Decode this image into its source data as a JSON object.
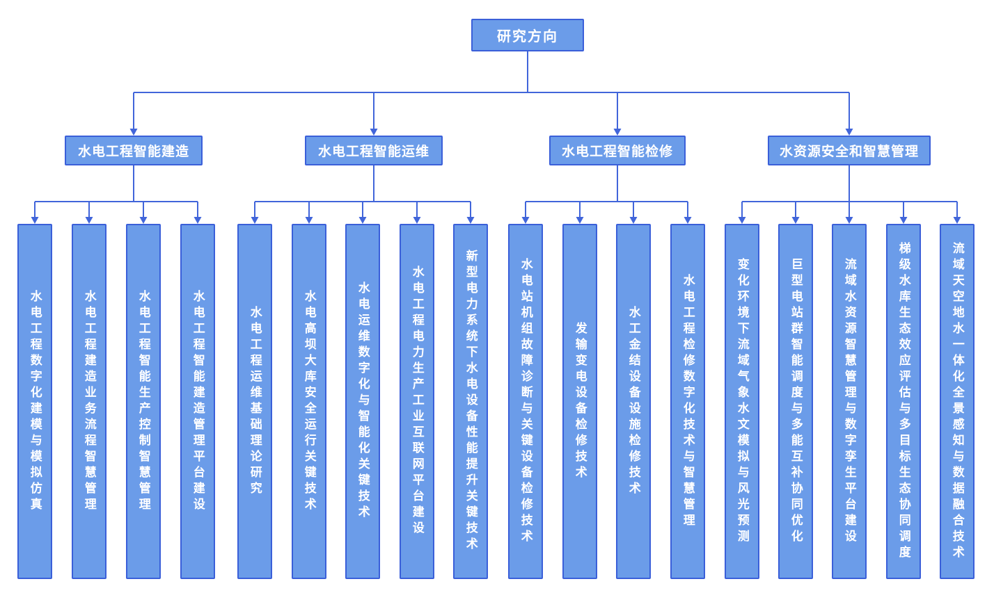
{
  "root": {
    "label": "研究方向"
  },
  "branches": [
    {
      "label": "水电工程智能建造",
      "children": [
        "水电工程数字化建模与模拟仿真",
        "水电工程建造业务流程智慧管理",
        "水电工程智能生产控制智慧管理",
        "水电工程智能建造管理平台建设"
      ]
    },
    {
      "label": "水电工程智能运维",
      "children": [
        "水电工程运维基础理论研究",
        "水电高坝大库安全运行关键技术",
        "水电运维数字化与智能化关键技术",
        "水电工程电力生产工业互联网平台建设",
        "新型电力系统下水电设备性能提升关键技术"
      ]
    },
    {
      "label": "水电工程智能检修",
      "children": [
        "水电站机组故障诊断与关键设备检修技术",
        "发输变电设备检修技术",
        "水工金结设备设施检修技术",
        "水电工程检修数字化技术与智慧管理"
      ]
    },
    {
      "label": "水资源安全和智慧管理",
      "children": [
        "变化环境下流域气象水文模拟与风光预测",
        "巨型电站群智能调度与多能互补协同优化",
        "流域水资源智慧管理与数字孪生平台建设",
        "梯级水库生态效应评估与多目标生态协同调度",
        "流域天空地水一体化全景感知与数据融合技术"
      ]
    }
  ],
  "colors": {
    "node_fill": "#6b9ce9",
    "node_border": "#3a5fd9",
    "connector_line": "#4165da",
    "text": "#ffffff",
    "background": "#ffffff"
  }
}
